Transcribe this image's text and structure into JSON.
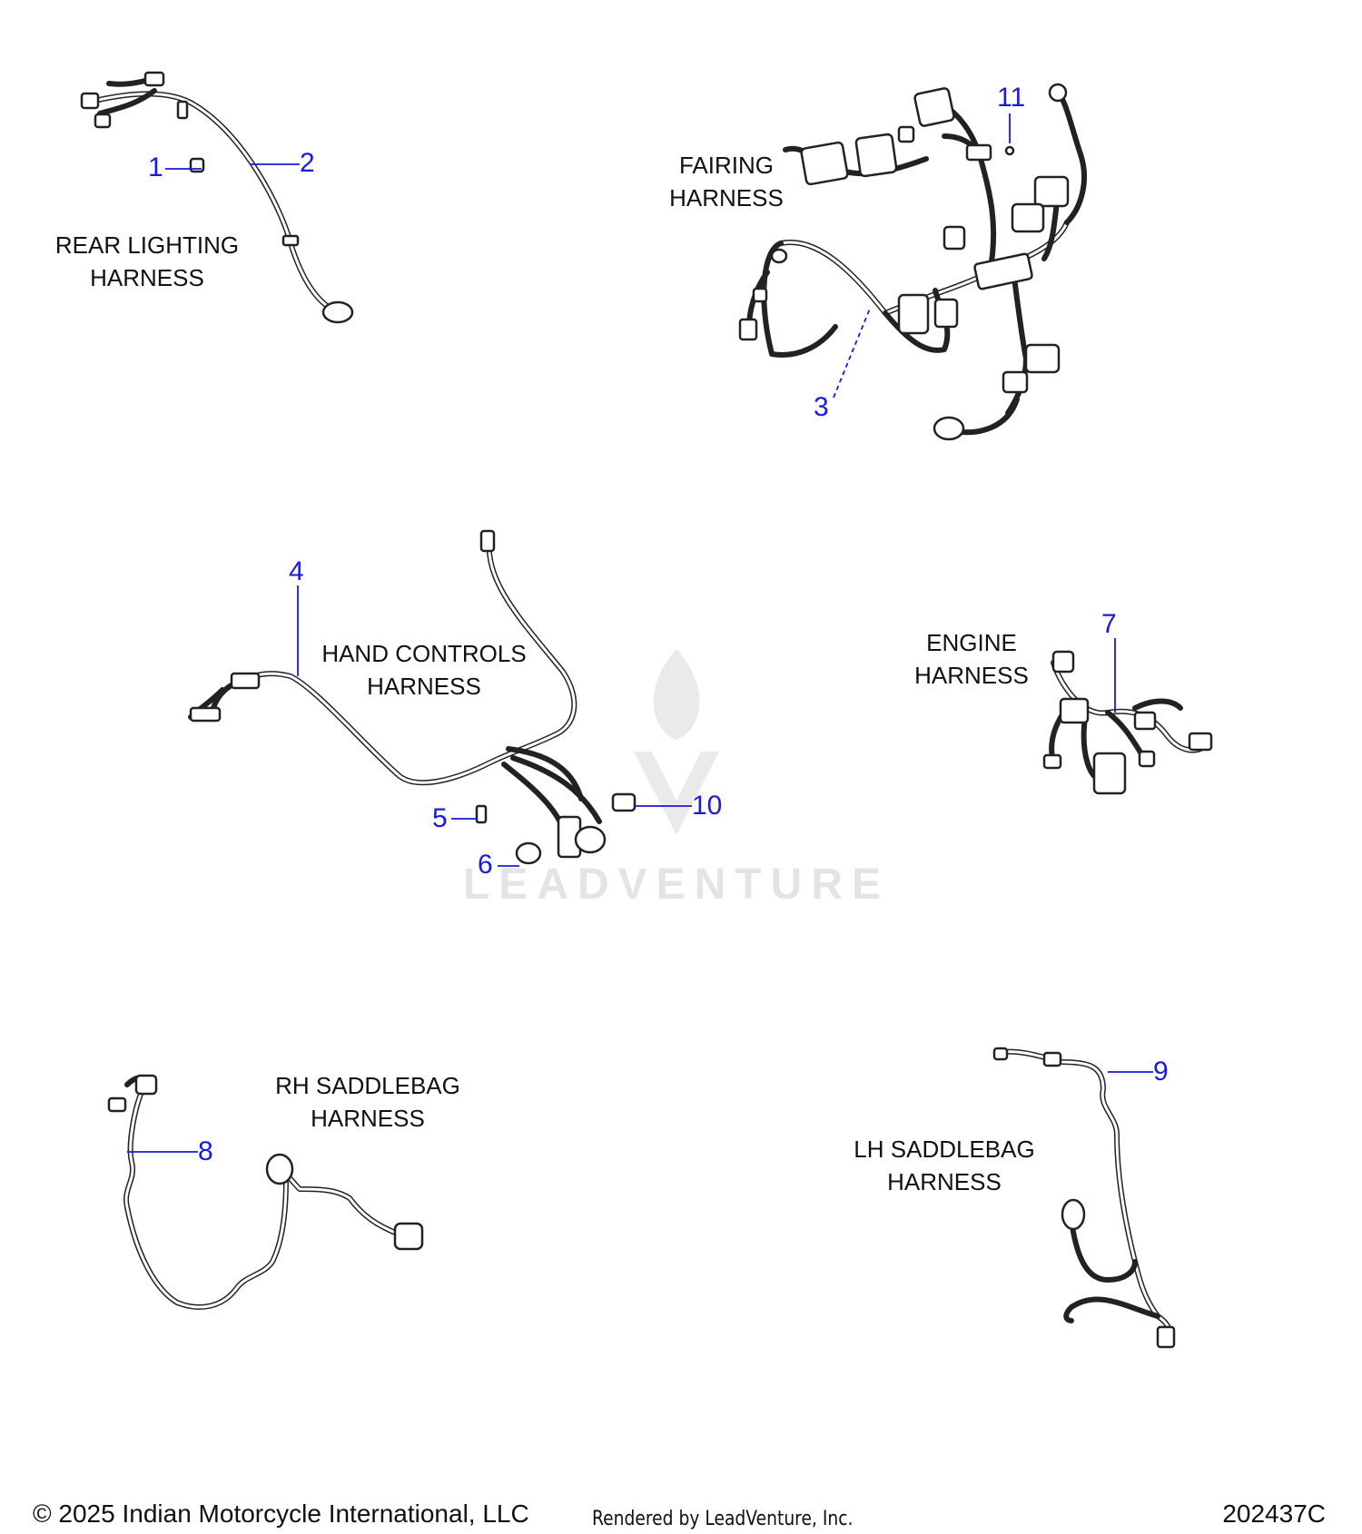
{
  "harness_labels": {
    "rear_lighting": [
      "REAR LIGHTING",
      "HARNESS"
    ],
    "fairing": [
      "FAIRING",
      "HARNESS"
    ],
    "hand_controls": [
      "HAND CONTROLS",
      "HARNESS"
    ],
    "engine": [
      "ENGINE",
      "HARNESS"
    ],
    "rh_saddlebag": [
      "RH SADDLEBAG",
      "HARNESS"
    ],
    "lh_saddlebag": [
      "LH SADDLEBAG",
      "HARNESS"
    ]
  },
  "callouts": [
    "1",
    "2",
    "3",
    "4",
    "5",
    "6",
    "7",
    "8",
    "9",
    "10",
    "11"
  ],
  "watermark": "LEADVENTURE",
  "footer": {
    "copyright": "© 2025 Indian Motorcycle International, LLC",
    "rendered_by": "Rendered by LeadVenture, Inc.",
    "drawing_id": "202437C"
  },
  "colors": {
    "callout": "#1a1adb",
    "line_art": "#222222",
    "watermark": "#e2e2e2"
  }
}
